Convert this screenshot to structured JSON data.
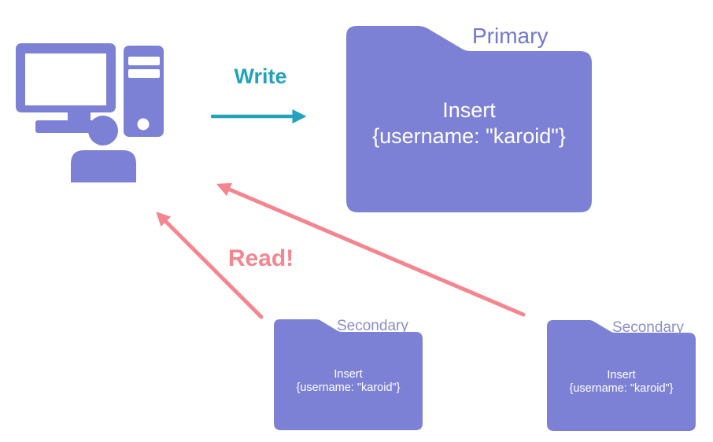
{
  "colors": {
    "purple": "#7d81d6",
    "teal": "#22a2bb",
    "pink": "#f5868f",
    "primary_label": "#7378d0",
    "secondary_label": "#8b8ec8",
    "bg": "#ffffff",
    "content_text": "#ffffff"
  },
  "icons": {
    "client": "computer-with-user"
  },
  "labels": {
    "write": "Write",
    "read": "Read!"
  },
  "primary": {
    "label": "Primary",
    "content_line1": "Insert",
    "content_line2": "{username: \"karoid\"}"
  },
  "secondary_left": {
    "label": "Secondary",
    "content_line1": "Insert",
    "content_line2": "{username: \"karoid\"}"
  },
  "secondary_right": {
    "label": "Secondary",
    "content_line1": "Insert",
    "content_line2": "{username: \"karoid\"}"
  }
}
